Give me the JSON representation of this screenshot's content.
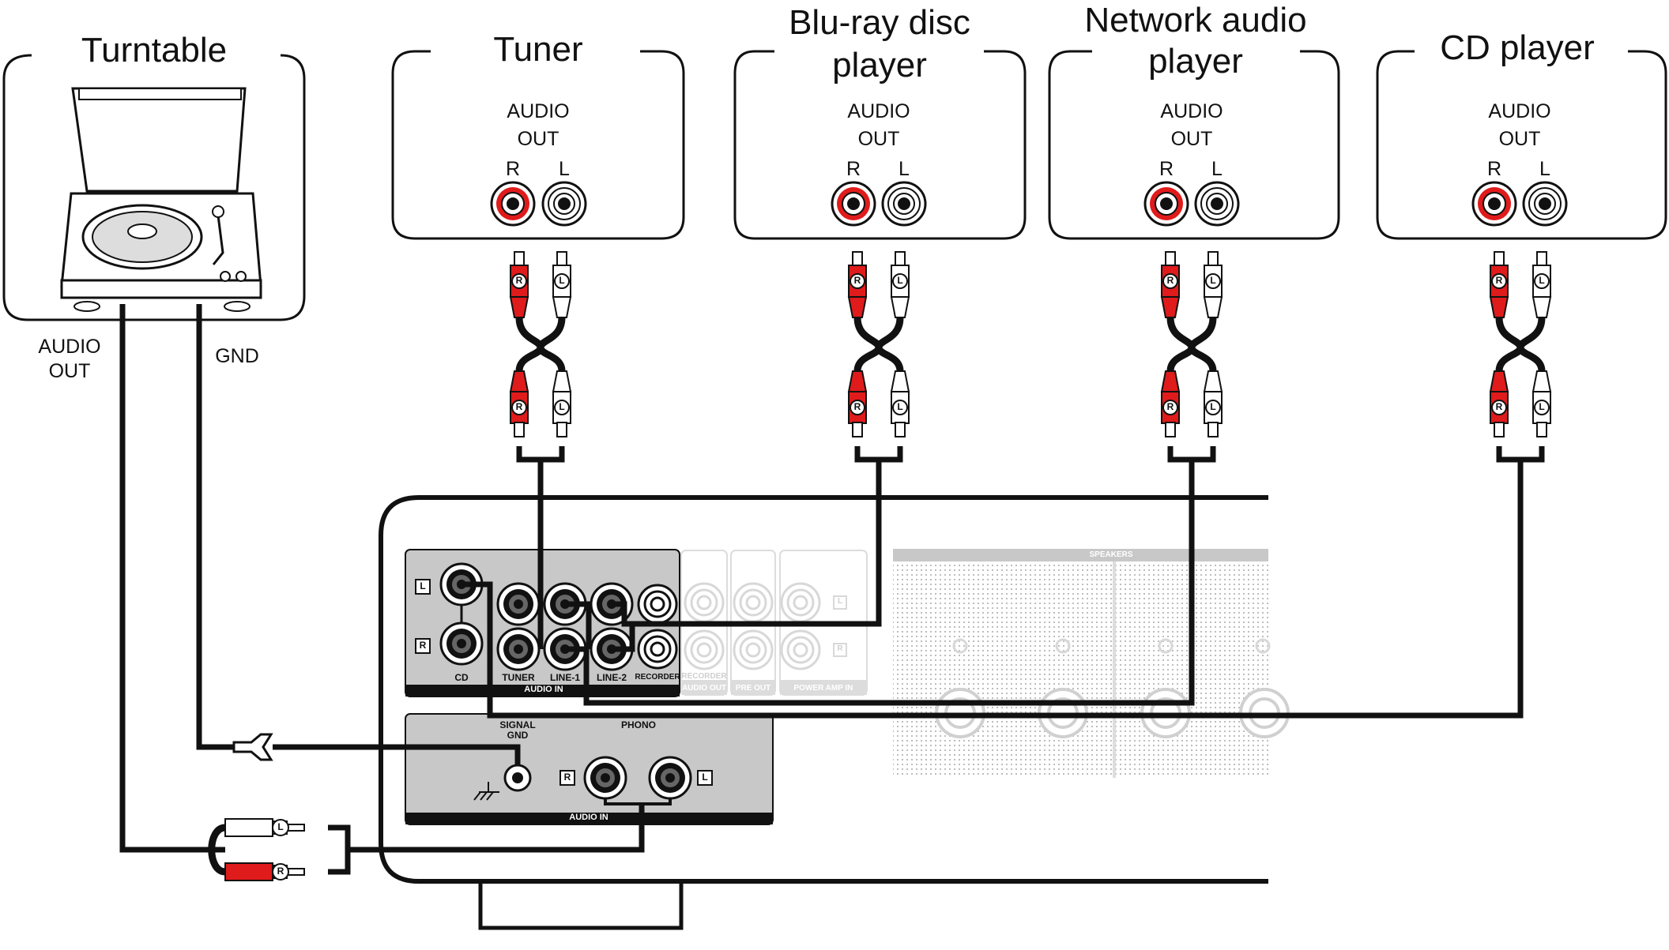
{
  "devices": {
    "turntable": {
      "title": "Turntable",
      "audio_out": "AUDIO",
      "audio_out2": "OUT",
      "gnd": "GND"
    },
    "tuner": {
      "title": "Tuner",
      "audio": "AUDIO",
      "out": "OUT",
      "r": "R",
      "l": "L"
    },
    "bluray": {
      "title_line1": "Blu-ray disc",
      "title_line2": "player",
      "audio": "AUDIO",
      "out": "OUT",
      "r": "R",
      "l": "L"
    },
    "network": {
      "title_line1": "Network audio",
      "title_line2": "player",
      "audio": "AUDIO",
      "out": "OUT",
      "r": "R",
      "l": "L"
    },
    "cd": {
      "title": "CD player",
      "audio": "AUDIO",
      "out": "OUT",
      "r": "R",
      "l": "L"
    }
  },
  "cable_plug_letters": {
    "r": "R",
    "l": "L"
  },
  "amplifier": {
    "audio_in_panel": {
      "inputs": [
        "CD",
        "TUNER",
        "LINE-1",
        "LINE-2",
        "RECORDER"
      ],
      "section_label": "AUDIO IN",
      "side_l": "L",
      "side_r": "R"
    },
    "faded_panel": {
      "labels": [
        "RECORDER",
        "AUDIO OUT",
        "PRE OUT",
        "POWER AMP IN"
      ],
      "l": "L",
      "r": "R"
    },
    "speakers_label": "SPEAKERS",
    "phono_panel": {
      "signal_gnd_line1": "SIGNAL",
      "signal_gnd_line2": "GND",
      "phono": "PHONO",
      "section_label": "AUDIO IN",
      "r": "R",
      "l": "L"
    }
  },
  "colors": {
    "red": "#e01b1b",
    "black": "#111111",
    "panel_gray": "#c8c8c8"
  }
}
